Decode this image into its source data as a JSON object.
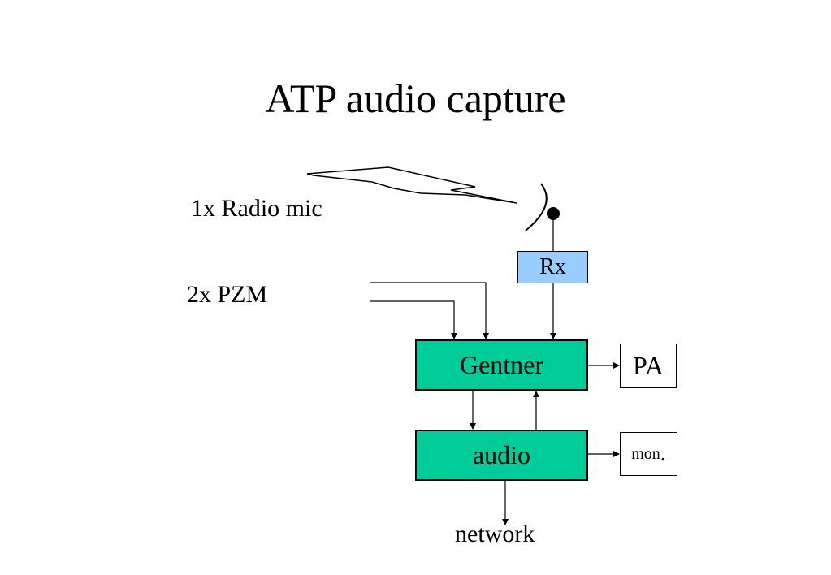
{
  "title": "ATP audio capture",
  "labels": {
    "radio_mic": "1x Radio mic",
    "pzm": "2x PZM",
    "network": "network"
  },
  "boxes": {
    "rx": "Rx",
    "gentner": "Gentner",
    "audio": "audio",
    "pa": "PA",
    "mon": "mon",
    "mon_dot": "."
  },
  "colors": {
    "rx_fill": "#99ccff",
    "processor_fill": "#00cc99"
  }
}
